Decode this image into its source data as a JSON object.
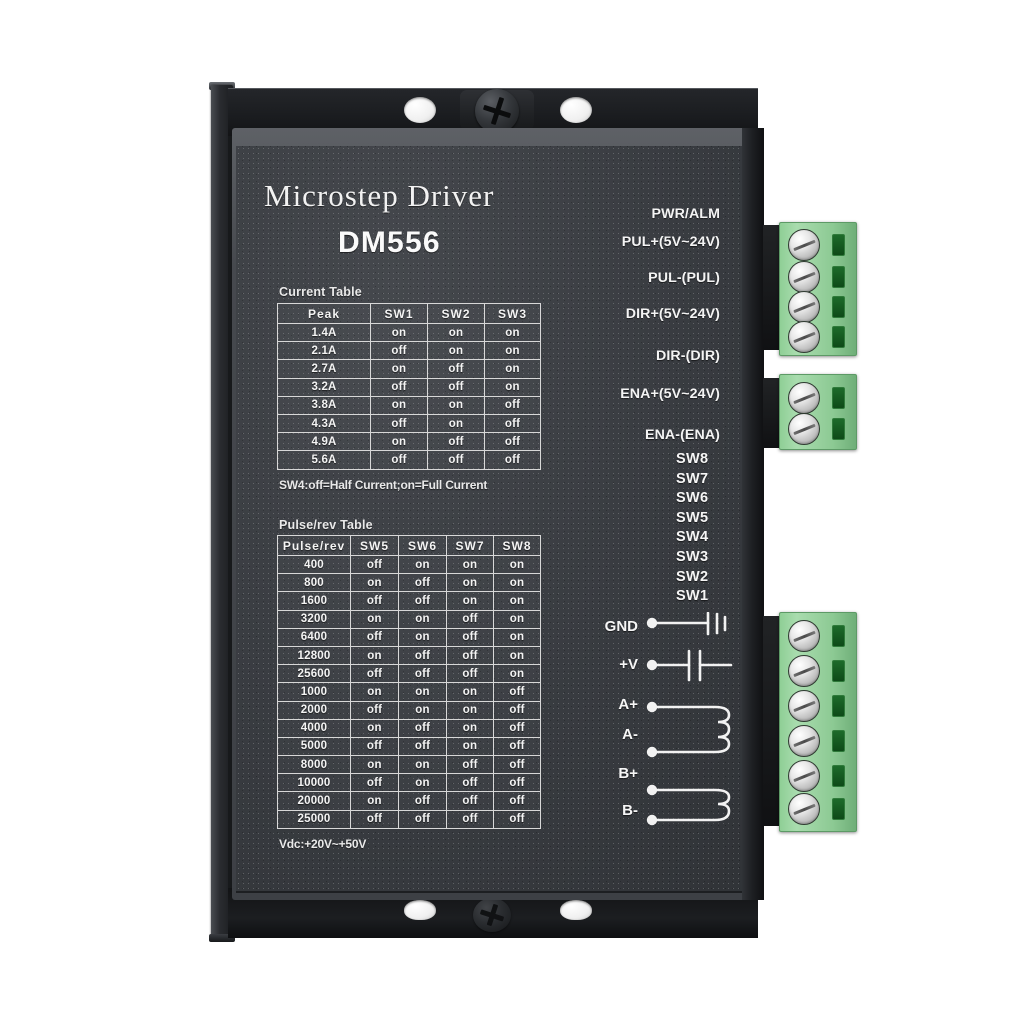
{
  "device": {
    "title": "Microstep  Driver",
    "model": "DM556"
  },
  "current_table": {
    "caption": "Current Table",
    "headers": [
      "Peak",
      "SW1",
      "SW2",
      "SW3"
    ],
    "rows": [
      [
        "1.4A",
        "on",
        "on",
        "on"
      ],
      [
        "2.1A",
        "off",
        "on",
        "on"
      ],
      [
        "2.7A",
        "on",
        "off",
        "on"
      ],
      [
        "3.2A",
        "off",
        "off",
        "on"
      ],
      [
        "3.8A",
        "on",
        "on",
        "off"
      ],
      [
        "4.3A",
        "off",
        "on",
        "off"
      ],
      [
        "4.9A",
        "on",
        "off",
        "off"
      ],
      [
        "5.6A",
        "off",
        "off",
        "off"
      ]
    ],
    "note": "SW4:off=Half Current;on=Full Current"
  },
  "pulse_table": {
    "caption": "Pulse/rev Table",
    "headers": [
      "Pulse/rev",
      "SW5",
      "SW6",
      "SW7",
      "SW8"
    ],
    "rows": [
      [
        "400",
        "off",
        "on",
        "on",
        "on"
      ],
      [
        "800",
        "on",
        "off",
        "on",
        "on"
      ],
      [
        "1600",
        "off",
        "off",
        "on",
        "on"
      ],
      [
        "3200",
        "on",
        "on",
        "off",
        "on"
      ],
      [
        "6400",
        "off",
        "on",
        "off",
        "on"
      ],
      [
        "12800",
        "on",
        "off",
        "off",
        "on"
      ],
      [
        "25600",
        "off",
        "off",
        "off",
        "on"
      ],
      [
        "1000",
        "on",
        "on",
        "on",
        "off"
      ],
      [
        "2000",
        "off",
        "on",
        "on",
        "off"
      ],
      [
        "4000",
        "on",
        "off",
        "on",
        "off"
      ],
      [
        "5000",
        "off",
        "off",
        "on",
        "off"
      ],
      [
        "8000",
        "on",
        "on",
        "off",
        "off"
      ],
      [
        "10000",
        "off",
        "on",
        "off",
        "off"
      ],
      [
        "20000",
        "on",
        "off",
        "off",
        "off"
      ],
      [
        "25000",
        "off",
        "off",
        "off",
        "off"
      ]
    ],
    "note": "Vdc:+20V~+50V"
  },
  "signal_labels": [
    "PWR/ALM",
    "PUL+(5V~24V)",
    "PUL-(PUL)",
    "DIR+(5V~24V)",
    "DIR-(DIR)",
    "ENA+(5V~24V)",
    "ENA-(ENA)"
  ],
  "switch_labels": [
    "SW8",
    "SW7",
    "SW6",
    "SW5",
    "SW4",
    "SW3",
    "SW2",
    "SW1"
  ],
  "terminal_labels": [
    "GND",
    "+V",
    "A+",
    "A-",
    "B+",
    "B-"
  ],
  "colors": {
    "body": "#3d4045",
    "silkscreen": "#f4f4f4",
    "terminal_block": "#8cc993",
    "screw": "#e7e7e7",
    "background": "#ffffff"
  }
}
